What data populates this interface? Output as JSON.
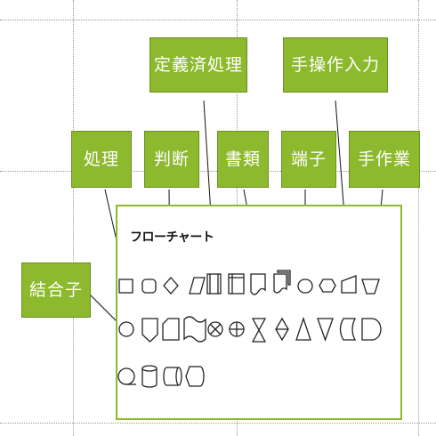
{
  "canvas_title": "フローチャート",
  "callouts": {
    "predefined_process": "定義済処理",
    "manual_input": "手操作入力",
    "process": "処理",
    "decision": "判断",
    "document": "書類",
    "terminator": "端子",
    "manual_operation": "手作業",
    "connector": "結合子"
  },
  "colors": {
    "callout_fill": "#8cb92d",
    "callout_border": "#6a8f1f",
    "panel_border": "#8cb92d"
  },
  "shape_rows": [
    [
      "process",
      "alternate-process",
      "decision",
      "data",
      "predefined-process",
      "internal-storage",
      "document",
      "multidocument",
      "terminator",
      "preparation",
      "manual-input",
      "manual-operation"
    ],
    [
      "connector",
      "off-page-connector",
      "card",
      "punched-tape",
      "summing-junction",
      "or",
      "collate",
      "sort",
      "extract",
      "merge",
      "stored-data",
      "delay"
    ],
    [
      "sequential-access-storage",
      "magnetic-disk",
      "direct-access-storage",
      "display"
    ]
  ]
}
